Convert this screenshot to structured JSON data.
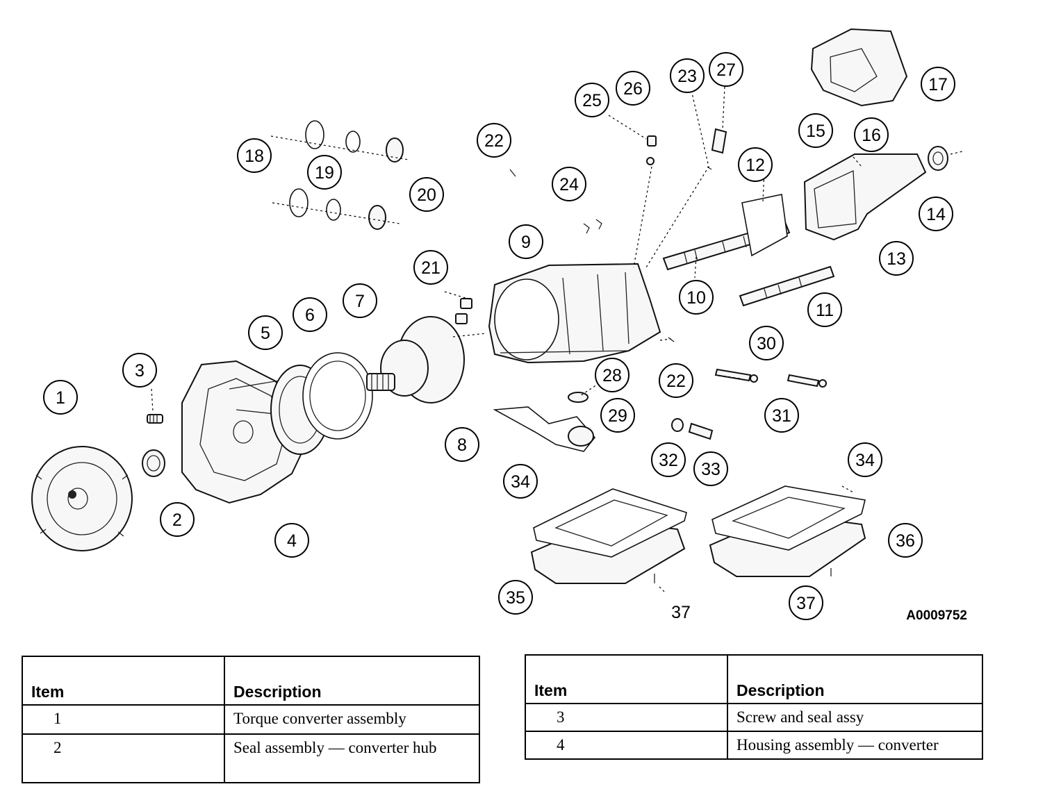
{
  "figure_code": "A0009752",
  "callouts": [
    {
      "n": "1"
    },
    {
      "n": "2"
    },
    {
      "n": "3"
    },
    {
      "n": "4"
    },
    {
      "n": "5"
    },
    {
      "n": "6"
    },
    {
      "n": "7"
    },
    {
      "n": "8"
    },
    {
      "n": "9"
    },
    {
      "n": "10"
    },
    {
      "n": "11"
    },
    {
      "n": "12"
    },
    {
      "n": "13"
    },
    {
      "n": "14"
    },
    {
      "n": "15"
    },
    {
      "n": "16"
    },
    {
      "n": "17"
    },
    {
      "n": "18"
    },
    {
      "n": "19"
    },
    {
      "n": "20"
    },
    {
      "n": "21"
    },
    {
      "n": "22"
    },
    {
      "n": "22"
    },
    {
      "n": "23"
    },
    {
      "n": "24"
    },
    {
      "n": "25"
    },
    {
      "n": "26"
    },
    {
      "n": "27"
    },
    {
      "n": "28"
    },
    {
      "n": "29"
    },
    {
      "n": "30"
    },
    {
      "n": "31"
    },
    {
      "n": "32"
    },
    {
      "n": "33"
    },
    {
      "n": "34"
    },
    {
      "n": "34"
    },
    {
      "n": "35"
    },
    {
      "n": "36"
    },
    {
      "n": "37"
    },
    {
      "n": "37"
    }
  ],
  "legend_left": {
    "header_item": "Item",
    "header_description": "Description",
    "rows": [
      {
        "item": "1",
        "description": "Torque converter assembly"
      },
      {
        "item": "2",
        "description": "Seal assembly — converter hub"
      }
    ]
  },
  "legend_right": {
    "header_item": "Item",
    "header_description": "Description",
    "rows": [
      {
        "item": "3",
        "description": "Screw and seal assy"
      },
      {
        "item": "4",
        "description": "Housing assembly — converter"
      }
    ]
  }
}
